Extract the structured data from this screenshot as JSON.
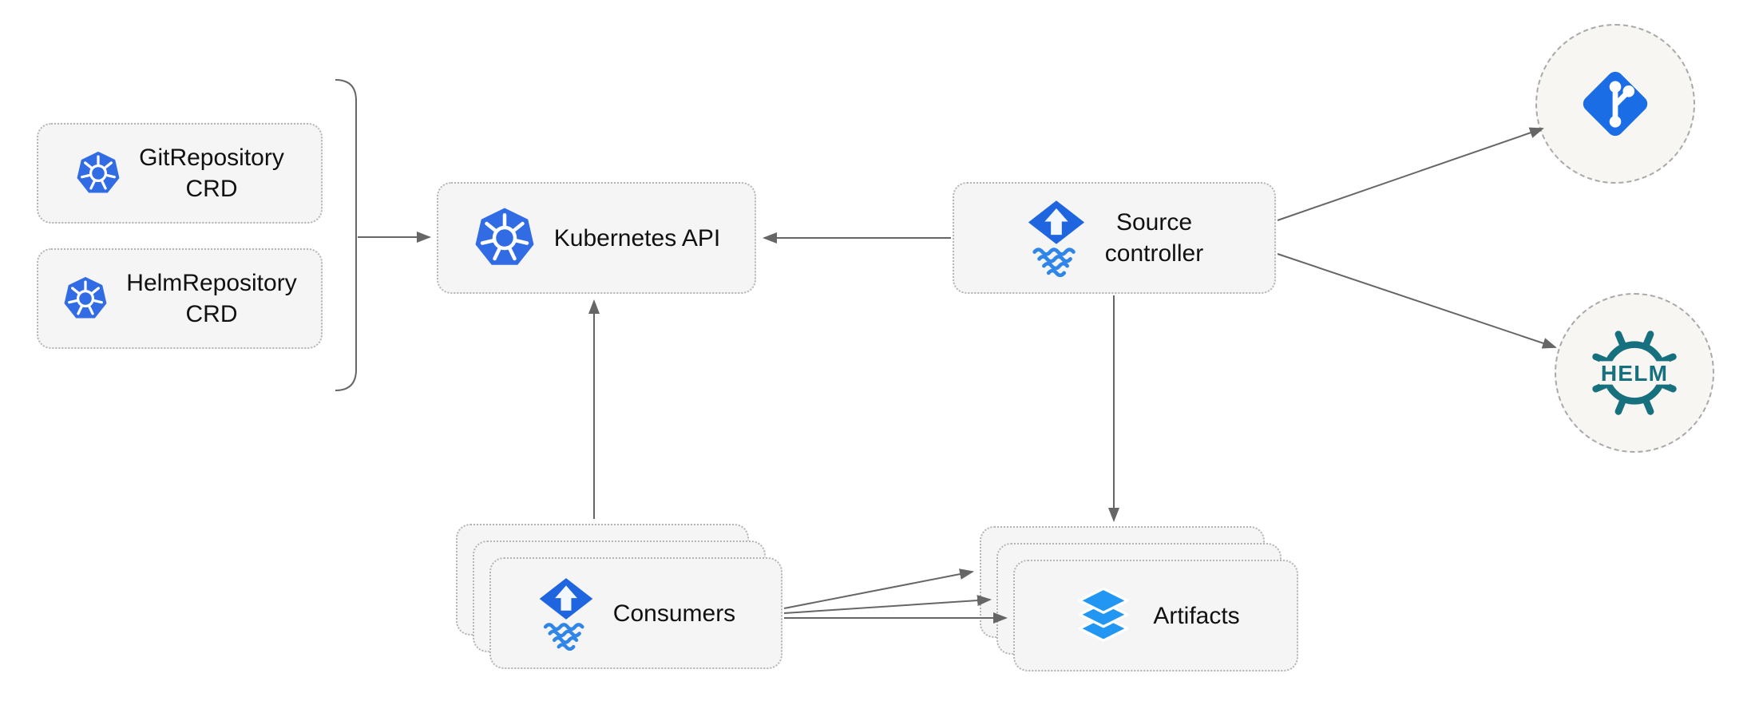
{
  "diagram": {
    "nodes": {
      "git_repository_crd": {
        "line1": "GitRepository",
        "line2": "CRD",
        "icon": "kubernetes-icon"
      },
      "helm_repository_crd": {
        "line1": "HelmRepository",
        "line2": "CRD",
        "icon": "kubernetes-icon"
      },
      "kubernetes_api": {
        "label": "Kubernetes API",
        "icon": "kubernetes-icon"
      },
      "source_controller": {
        "line1": "Source",
        "line2": "controller",
        "icon": "flux-source-icon"
      },
      "consumers": {
        "label": "Consumers",
        "icon": "flux-source-icon",
        "stacked": true
      },
      "artifacts": {
        "label": "Artifacts",
        "icon": "layers-icon",
        "stacked": true
      },
      "git": {
        "icon": "git-icon"
      },
      "helm": {
        "icon": "helm-icon",
        "text": "HELM"
      }
    },
    "edges": [
      {
        "from": "crd-group",
        "to": "kubernetes_api"
      },
      {
        "from": "source_controller",
        "to": "kubernetes_api"
      },
      {
        "from": "consumers",
        "to": "kubernetes_api"
      },
      {
        "from": "source_controller",
        "to": "artifacts"
      },
      {
        "from": "source_controller",
        "to": "git"
      },
      {
        "from": "source_controller",
        "to": "helm"
      },
      {
        "from": "consumers",
        "to": "artifacts"
      },
      {
        "from": "consumers",
        "to": "artifacts"
      },
      {
        "from": "consumers",
        "to": "artifacts"
      }
    ],
    "colors": {
      "kubernetes_blue": "#326ce5",
      "flux_blue": "#2065e0",
      "git_blue": "#1a6de4",
      "helm_teal": "#16707e",
      "artifact_blue": "#2196f3",
      "arrow_gray": "#666666",
      "node_background": "#f5f5f5",
      "node_border": "#b5b5b5",
      "circle_background": "#f7f6f3"
    }
  }
}
